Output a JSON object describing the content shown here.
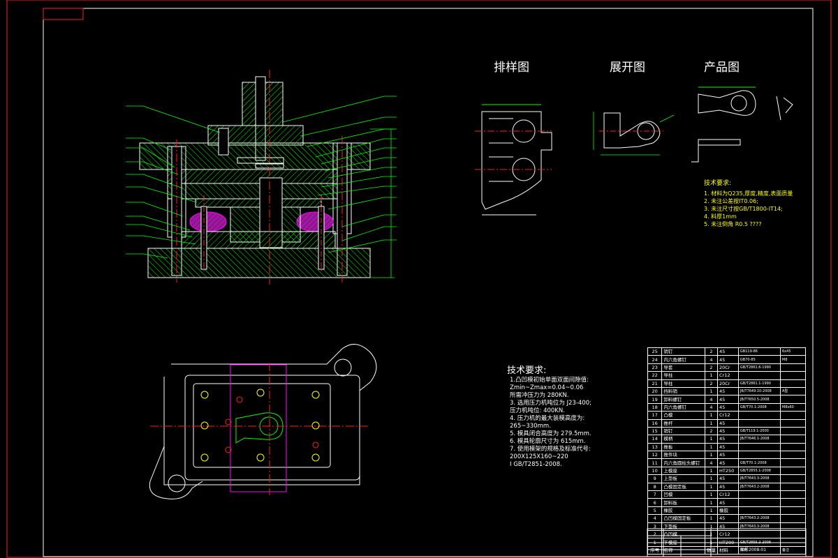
{
  "views": {
    "layout_title": "排样图",
    "unfold_title": "展开图",
    "product_title": "产品图"
  },
  "tech_requirements": {
    "title": "技术要求:",
    "lines": [
      "1.凸凹模初始单面双面间隙值:",
      "  Zmin~Zmax=0.04~0.06",
      "  所需冲压力为 280KN.",
      "3. 选用压力机吨位为 J23-400;",
      "  压力机吨位: 400KN.",
      "4. 压力机的最大装模高度为:",
      "  265~330mm.",
      "5. 模具闭合高度为 279.5mm.",
      "6. 模具轮廓尺寸为 615mm.",
      "7. 使用模架的规格及标准代号:",
      "  200X125X160~220",
      "  I GB/T2851-2008."
    ]
  },
  "product_notes": {
    "title": "技术要求:",
    "lines": [
      "1. 材料为Q235,厚度,精度,表面质量",
      "2. 未注公差按IT0.06;",
      "3. 未注尺寸按GB/T1800-IT14;",
      "4. 料厚1mm",
      "5. 未注倒角 R0.5 ????"
    ]
  },
  "bom": {
    "rows": [
      {
        "no": "25",
        "name": "销钉",
        "qty": "2",
        "mat": "45",
        "std": "GB119-86",
        "note": "6x45"
      },
      {
        "no": "24",
        "name": "内六角螺钉",
        "qty": "4",
        "mat": "45",
        "std": "GB70-85",
        "note": "M8"
      },
      {
        "no": "23",
        "name": "导套",
        "qty": "2",
        "mat": "20Cr",
        "std": "GB/T2861.6-1990",
        "note": ""
      },
      {
        "no": "22",
        "name": "导柱",
        "qty": "1",
        "mat": "Cr12",
        "std": "",
        "note": ""
      },
      {
        "no": "21",
        "name": "导柱",
        "qty": "2",
        "mat": "20Cr",
        "std": "GB/T2861.1-1990",
        "note": ""
      },
      {
        "no": "20",
        "name": "挡料销",
        "qty": "1",
        "mat": "45",
        "std": "JB/T7649.10-2008",
        "note": "A型"
      },
      {
        "no": "19",
        "name": "卸料螺钉",
        "qty": "4",
        "mat": "45",
        "std": "JB/T7650.5-2008",
        "note": ""
      },
      {
        "no": "18",
        "name": "内六角螺钉",
        "qty": "4",
        "mat": "45",
        "std": "GB/T70.1-2008",
        "note": "M8x60"
      },
      {
        "no": "17",
        "name": "凸模",
        "qty": "1",
        "mat": "Cr12",
        "std": "",
        "note": ""
      },
      {
        "no": "16",
        "name": "推杆",
        "qty": "1",
        "mat": "45",
        "std": "",
        "note": ""
      },
      {
        "no": "15",
        "name": "销钉",
        "qty": "2",
        "mat": "45",
        "std": "GB/T119.1-2000",
        "note": ""
      },
      {
        "no": "14",
        "name": "模柄",
        "qty": "1",
        "mat": "45",
        "std": "JB/T7646.1-2008",
        "note": ""
      },
      {
        "no": "13",
        "name": "推板",
        "qty": "1",
        "mat": "45",
        "std": "",
        "note": ""
      },
      {
        "no": "12",
        "name": "推件块",
        "qty": "1",
        "mat": "45",
        "std": "",
        "note": ""
      },
      {
        "no": "11",
        "name": "内六角圆柱头螺钉",
        "qty": "4",
        "mat": "45",
        "std": "GB/T70.1-2008",
        "note": ""
      },
      {
        "no": "10",
        "name": "上模座",
        "qty": "1",
        "mat": "HT250",
        "std": "GB/T2855.1-2008",
        "note": ""
      },
      {
        "no": "9",
        "name": "上垫板",
        "qty": "1",
        "mat": "45",
        "std": "JB/T7643.3-2008",
        "note": ""
      },
      {
        "no": "8",
        "name": "凸模固定板",
        "qty": "1",
        "mat": "45",
        "std": "JB/T7643.2-2008",
        "note": ""
      },
      {
        "no": "7",
        "name": "凹模",
        "qty": "1",
        "mat": "Cr12",
        "std": "",
        "note": ""
      },
      {
        "no": "6",
        "name": "卸料板",
        "qty": "1",
        "mat": "45",
        "std": "",
        "note": ""
      },
      {
        "no": "5",
        "name": "橡胶",
        "qty": "1",
        "mat": "橡胶",
        "std": "",
        "note": ""
      },
      {
        "no": "4",
        "name": "凸凹模固定板",
        "qty": "1",
        "mat": "45",
        "std": "JB/T7643.2-2008",
        "note": ""
      },
      {
        "no": "3",
        "name": "下垫板",
        "qty": "1",
        "mat": "45",
        "std": "JB/T7643.3-2008",
        "note": ""
      },
      {
        "no": "2",
        "name": "凸凹模",
        "qty": "1",
        "mat": "Cr12",
        "std": "",
        "note": ""
      },
      {
        "no": "1",
        "name": "下模座",
        "qty": "1",
        "mat": "HT200",
        "std": "GB/T2855.2-2008",
        "note": ""
      }
    ],
    "header": {
      "no": "序号",
      "name": "名称",
      "qty": "数量",
      "mat": "材料",
      "std": "标准",
      "note": "备注"
    }
  },
  "title_block": {
    "drawing_no": "图号2008-01"
  },
  "colors": {
    "frame": "#ff2020",
    "hatch": "#00ff00",
    "leader": "#00ff00",
    "centerline": "#ff2020",
    "rubber": "#ff00ff",
    "annotation_yellow": "#ffff00",
    "outline": "#ffffff",
    "dimension": "#00ffff"
  }
}
